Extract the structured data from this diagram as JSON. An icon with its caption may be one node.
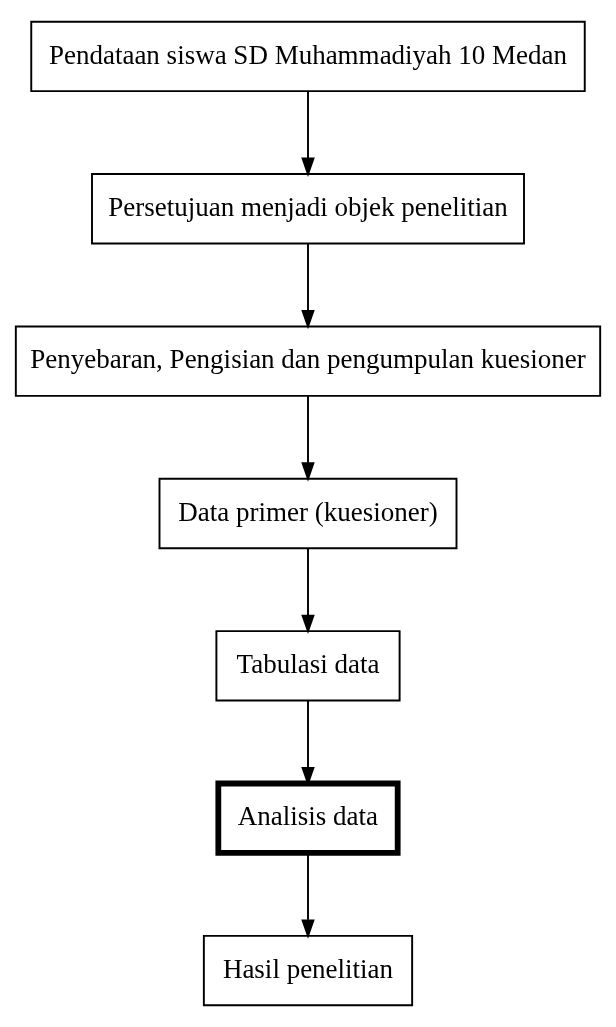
{
  "diagram": {
    "nodes": [
      {
        "text": [
          "Pendataan siswa SD Muhammadiyah 10 Medan"
        ]
      },
      {
        "text": [
          "Persetujuan menjadi objek penelitian"
        ]
      },
      {
        "text": [
          "Penyebaran, Pengisian dan pengumpulan kuesioner"
        ]
      },
      {
        "text": [
          "Data primer (kuesioner)"
        ]
      },
      {
        "text": [
          "Tabulasi data"
        ]
      },
      {
        "text": [
          "Analisis data"
        ]
      },
      {
        "text": [
          "Hasil penelitian"
        ]
      }
    ],
    "edges": [
      {
        "from": 0,
        "to": 1,
        "arrow": "to"
      },
      {
        "from": 1,
        "to": 2,
        "arrow": "to"
      },
      {
        "from": 2,
        "to": 3,
        "arrow": "to"
      },
      {
        "from": 3,
        "to": 4,
        "arrow": "to"
      },
      {
        "from": 4,
        "to": 5,
        "arrow": "to"
      },
      {
        "from": 5,
        "to": 6,
        "arrow": "to"
      }
    ]
  }
}
